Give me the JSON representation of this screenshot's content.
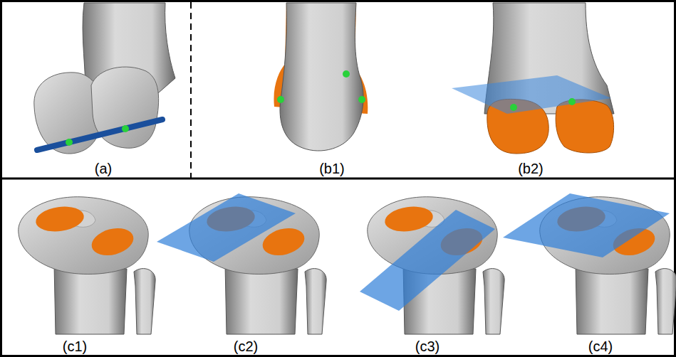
{
  "diagram": {
    "labels": [
      "(a)",
      "(b1)",
      "(b2)",
      "(c1)",
      "(c2)",
      "(c3)",
      "(c4)"
    ]
  }
}
